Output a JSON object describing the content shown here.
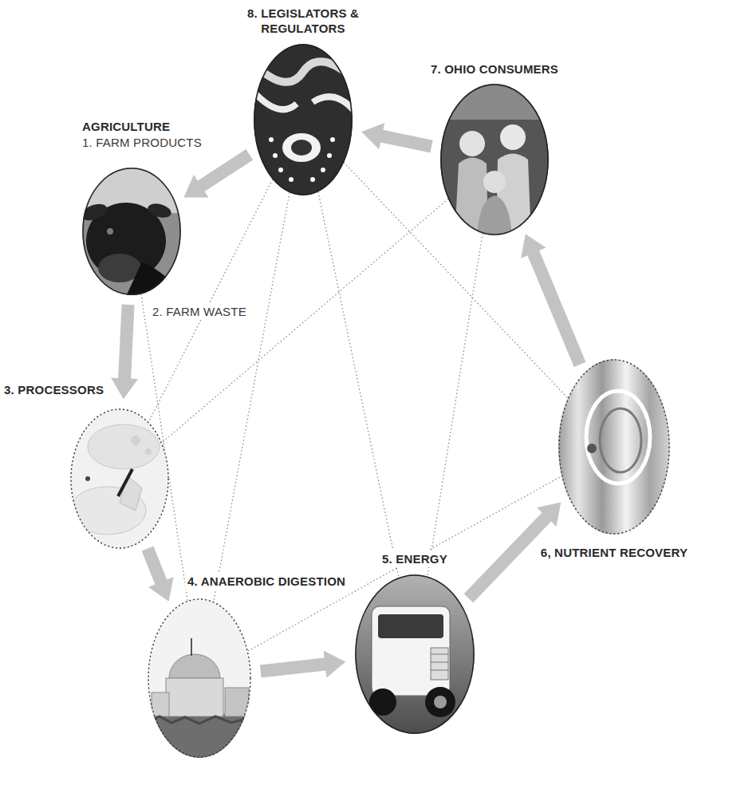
{
  "diagram": {
    "nodes": [
      {
        "text": [
          "AGRICULTURE",
          "1. FARM PRODUCTS",
          "2. FARM WASTE"
        ]
      },
      {
        "text": [
          "3. PROCESSORS"
        ]
      },
      {
        "text": [
          "4. ANAEROBIC DIGESTION"
        ]
      },
      {
        "text": [
          "5. ENERGY"
        ]
      },
      {
        "text": [
          "6, NUTRIENT RECOVERY"
        ]
      },
      {
        "text": [
          "7. OHIO CONSUMERS"
        ]
      },
      {
        "text": [
          "8. LEGISLATORS & REGULATORS"
        ]
      }
    ],
    "edges": [
      {
        "from": 0,
        "to": 1,
        "arrow": "to"
      },
      {
        "from": 1,
        "to": 2,
        "arrow": "to"
      },
      {
        "from": 2,
        "to": 3,
        "arrow": "to"
      },
      {
        "from": 3,
        "to": 4,
        "arrow": "to"
      },
      {
        "from": 4,
        "to": 5,
        "arrow": "to"
      },
      {
        "from": 5,
        "to": 6,
        "arrow": "to"
      },
      {
        "from": 6,
        "to": 0,
        "arrow": "to"
      },
      {
        "from": 6,
        "to": 1,
        "arrow": "none"
      },
      {
        "from": 6,
        "to": 2,
        "arrow": "none"
      },
      {
        "from": 6,
        "to": 3,
        "arrow": "none"
      },
      {
        "from": 6,
        "to": 4,
        "arrow": "none"
      },
      {
        "from": 5,
        "to": 1,
        "arrow": "none"
      },
      {
        "from": 5,
        "to": 3,
        "arrow": "none"
      },
      {
        "from": 0,
        "to": 2,
        "arrow": "none"
      },
      {
        "from": 2,
        "to": 4,
        "arrow": "none"
      }
    ]
  }
}
